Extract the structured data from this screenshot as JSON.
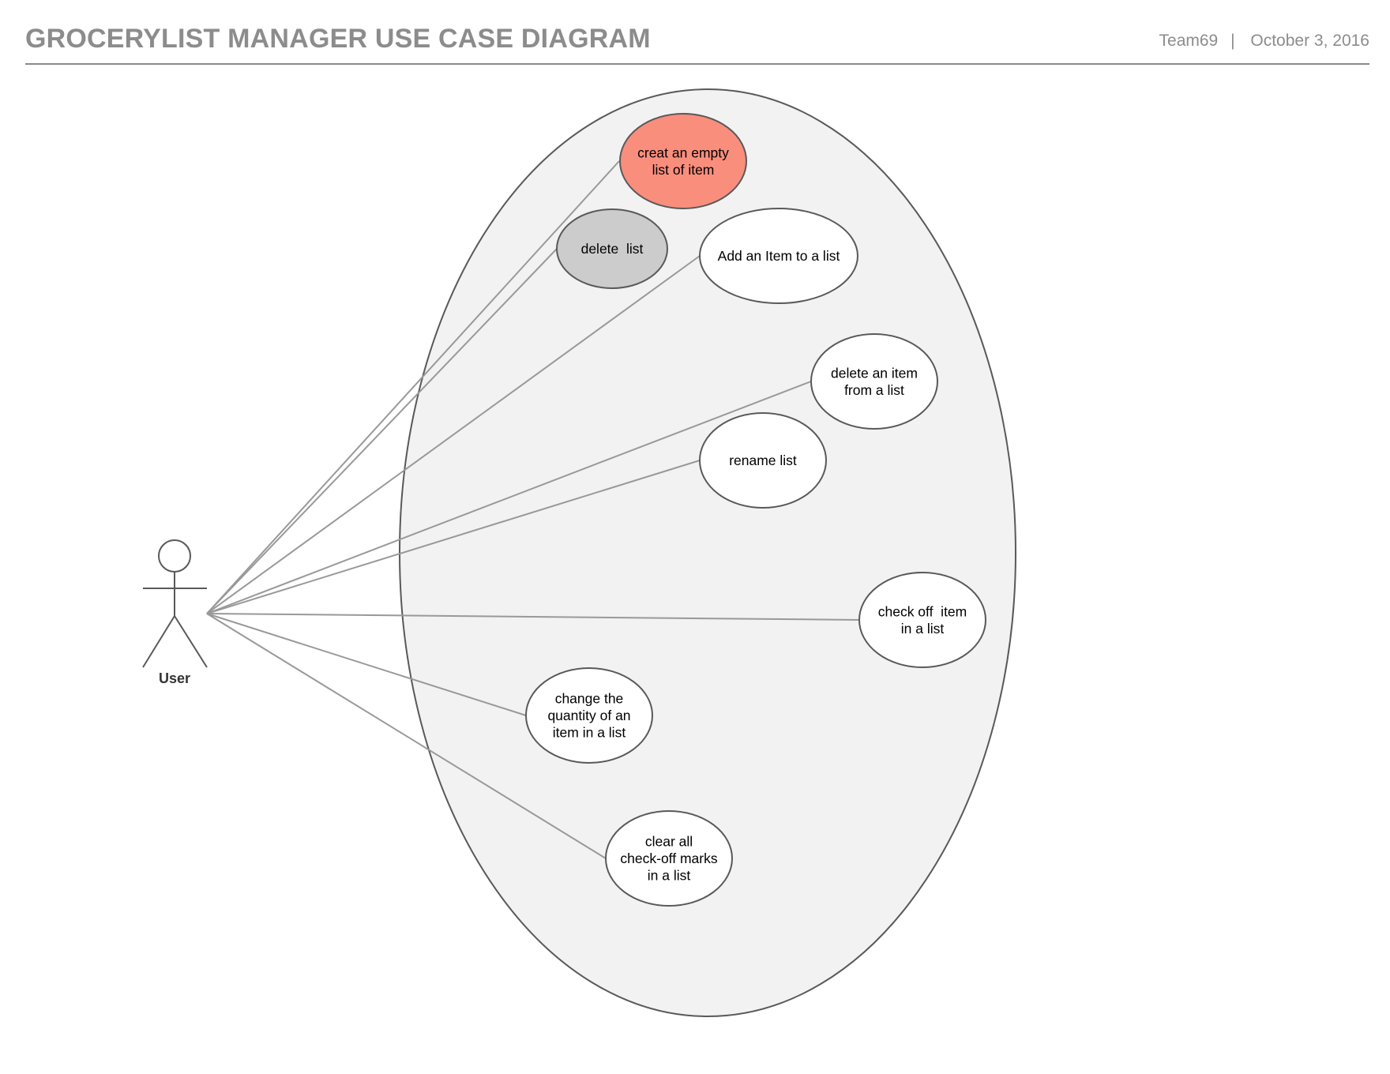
{
  "header": {
    "title": "GROCERYLIST MANAGER USE CASE DIAGRAM",
    "team": "Team69",
    "separator": "|",
    "date": "October 3, 2016"
  },
  "actor": {
    "label": "User"
  },
  "use_cases": [
    {
      "id": "create-list",
      "lines": [
        "creat an empty",
        "list of item"
      ],
      "fill": "#fa8e7d"
    },
    {
      "id": "delete-list",
      "lines": [
        "delete  list"
      ],
      "fill": "#cccccc"
    },
    {
      "id": "add-item",
      "lines": [
        "Add an Item to a list"
      ],
      "fill": "#ffffff"
    },
    {
      "id": "delete-item",
      "lines": [
        "delete an item",
        "from a list"
      ],
      "fill": "#ffffff"
    },
    {
      "id": "rename-list",
      "lines": [
        "rename list"
      ],
      "fill": "#ffffff"
    },
    {
      "id": "check-off-item",
      "lines": [
        "check off  item",
        "in a list"
      ],
      "fill": "#ffffff"
    },
    {
      "id": "change-quantity",
      "lines": [
        "change the",
        "quantity of an",
        "item in a list"
      ],
      "fill": "#ffffff"
    },
    {
      "id": "clear-check-off",
      "lines": [
        "clear all",
        "check-off marks",
        "in a list"
      ],
      "fill": "#ffffff"
    }
  ],
  "colors": {
    "system_fill": "#f2f2f2",
    "outline": "#595959",
    "connector": "#999999"
  }
}
